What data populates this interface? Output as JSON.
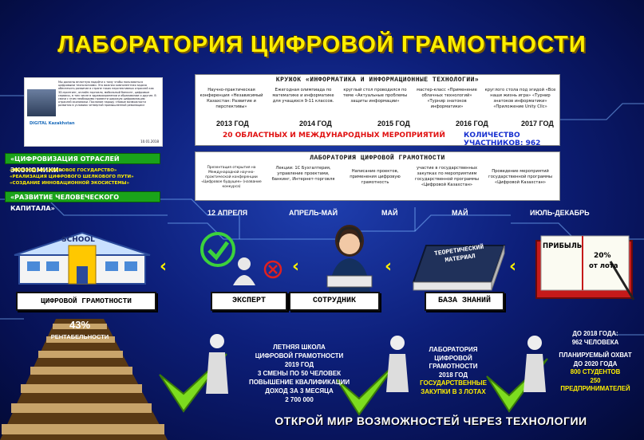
{
  "title": "ЛАБОРАТОРИЯ ЦИФРОВОЙ ГРАМОТНОСТИ",
  "doc": {
    "text": "Мы должны вплотную подойти к тому чтобы пользоваться цифровыми технологиями. Это важная компонентная задача обеспечить развитие в стране таких перспективных отраслей как 3D-принтинг, онлайн-торговля, мобильный банкинг, цифровые сервисы, в том числе в здравоохранении и образовании и другие. В связи с этим необходимо провести широкую цифровизацию отраслей экономики. Послание народу «Новые возможности развития в условиях четвертой промышленной революции»",
    "date": "10.01.2018",
    "logo": "DIGITAL Kazakhstan"
  },
  "left_block": {
    "bar1": "«ЦИФРОВИЗАЦИЯ ОТРАСЛЕЙ ЭКОНОМИКИ»",
    "lines": [
      "«ПЕРЕХОД НА ЦИФРОВОЕ ГОСУДАРСТВО»",
      "«РЕАЛИЗАЦИЯ ЦИФРОВОГО ШЕЛКОВОГО ПУТИ»",
      "«СОЗДАНИЕ ИННОВАЦИОННОЙ ЭКОСИСТЕМЫ»"
    ],
    "bar2": "«РАЗВИТИЕ ЧЕЛОВЕЧЕСКОГО КАПИТАЛА»"
  },
  "panel1": {
    "title": "КРУЖОК «ИНФОРМАТИКА И ИНФОРМАЦИОННЫЕ ТЕХНОЛОГИИ»",
    "cols": [
      "Научно-практическая конференция «Независимый Казахстан: Развитие и перспективы»",
      "Ежегодная олимпиада по математике и информатике для учащихся 9-11 классов.",
      "круглый стол проводился по теме «Актуальные проблемы защиты информации»",
      "мастер-класс «Применение облачных технологий» «Турнир знатоков информатики»",
      "круглого стола под эгидой «Все наши жизнь игра» «Турнир знатоков информатики» «Приложение Unity Cllc»"
    ],
    "years": [
      "2013 ГОД",
      "2014 ГОД",
      "2015 ГОД",
      "2016 ГОД",
      "2017 ГОД"
    ],
    "events": "20 ОБЛАСТНЫХ И МЕЖДУНАРОДНЫХ МЕРОПРИЯТИЙ",
    "participants": "КОЛИЧЕСТВО УЧАСТНИКОВ: 962"
  },
  "panel2": {
    "title": "ЛАБОРАТОРИЯ ЦИФРОВОЙ ГРАМОТНОСТИ",
    "cols": [
      "Презентация открытия на Международной научно-практической конференции «Цифровое будущее» (название конкурса)",
      "Лекции: 1С Бухгалтерия, управление проектами, банкинг, Интернет-торговля",
      "Написание проектов, применения цифровую грамотность",
      "участие в государственных закупках по мероприятиям государственной программы «Цифровой Казахстан»",
      "Проведение мероприятий государственной программы «Цифровой Казахстан»"
    ],
    "dates": [
      "12 АПРЕЛЯ",
      "АПРЕЛЬ-МАЙ",
      "МАЙ",
      "МАЙ",
      "ИЮЛЬ-ДЕКАБРЬ"
    ]
  },
  "school_sign": "SCHOOL",
  "labels": {
    "school": "ЦИФРОВОЙ ГРАМОТНОСТИ",
    "expert": "ЭКСПЕРТ",
    "employee": "СОТРУДНИК",
    "base": "БАЗА ЗНАНИЙ"
  },
  "book": "ТЕОРЕТИЧЕСКИЙ МАТЕРИАЛ",
  "profit": {
    "label": "ПРИБЫЛЬ",
    "value": "20%",
    "sub": "от лота"
  },
  "stairs": {
    "percent": "43%",
    "label": "РЕНТАБЕЛЬНОСТИ"
  },
  "summer": [
    "ЛЕТНЯЯ ШКОЛА",
    "ЦИФРОВОЙ ГРАМОТНОСТИ",
    "2019 ГОД",
    "3 СМЕНЫ ПО 50 ЧЕЛОВЕК",
    "ПОВЫШЕНИЕ КВАЛИФИКАЦИИ",
    "ДОХОД ЗА 3 МЕСЯЦА",
    "2 700 000"
  ],
  "lab2018": [
    "ЛАБОРАТОРИЯ",
    "ЦИФРОВОЙ",
    "ГРАМОТНОСТИ",
    "2018 ГОД"
  ],
  "lab2018_y": [
    "ГОСУДАРСТВЕННЫЕ",
    "ЗАКУПКИ В 3 ЛОТАХ"
  ],
  "plan": {
    "line1": "ДО 2018 ГОДА:",
    "line2": "962 ЧЕЛОВЕКА",
    "line3": "ПЛАНИРУЕМЫЙ ОХВАТ",
    "line4": "ДО 2020 ГОДА",
    "line5": "800 СТУДЕНТОВ",
    "line6": "250",
    "line7": "ПРЕДПРИНИМАТЕЛЕЙ"
  },
  "footer": "ОТКРОЙ МИР ВОЗМОЖНОСТЕЙ ЧЕРЕЗ ТЕХНОЛОГИИ"
}
